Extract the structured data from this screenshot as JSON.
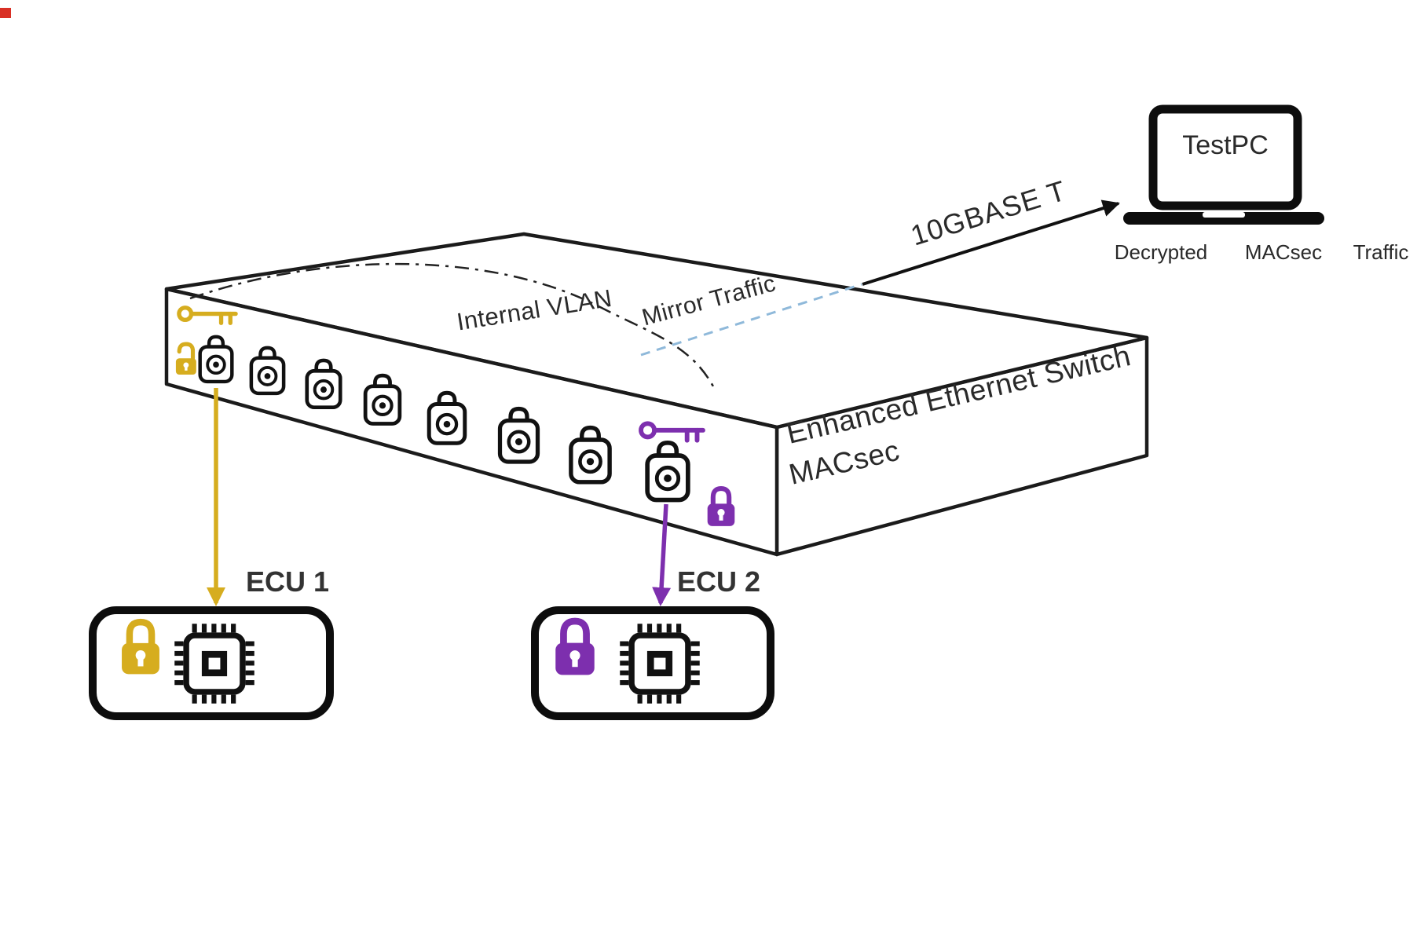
{
  "diagram": {
    "switch": {
      "label_line1": "Enhanced Ethernet Switch",
      "label_line2": "MACsec",
      "top_labels": {
        "internal_vlan": "Internal VLAN",
        "mirror_traffic": "Mirror Traffic"
      },
      "ports": {
        "count": 8,
        "icon": "secured-ethernet-port-icon"
      }
    },
    "uplink": {
      "label": "10GBASE T"
    },
    "mirror_link": {
      "color": "#8fb9da",
      "style": "dashed"
    },
    "test_pc": {
      "label": "TestPC",
      "caption": [
        "Decrypted",
        "MACsec",
        "Traffic"
      ]
    },
    "ecus": [
      {
        "label": "ECU 1",
        "accent": "#d6ad1f",
        "lock_state": "locked"
      },
      {
        "label": "ECU 2",
        "accent": "#7d2fae",
        "lock_state": "locked"
      }
    ],
    "port_security": {
      "port1": {
        "key_color": "#d6ad1f",
        "lock_state": "unlocked"
      },
      "port8": {
        "key_color": "#7d2fae",
        "lock_state": "locked"
      }
    },
    "colors": {
      "outline": "#1b1b1b",
      "yellow_accent": "#d6ad1f",
      "purple_accent": "#7d2fae",
      "mirror_blue": "#8fb9da"
    }
  }
}
